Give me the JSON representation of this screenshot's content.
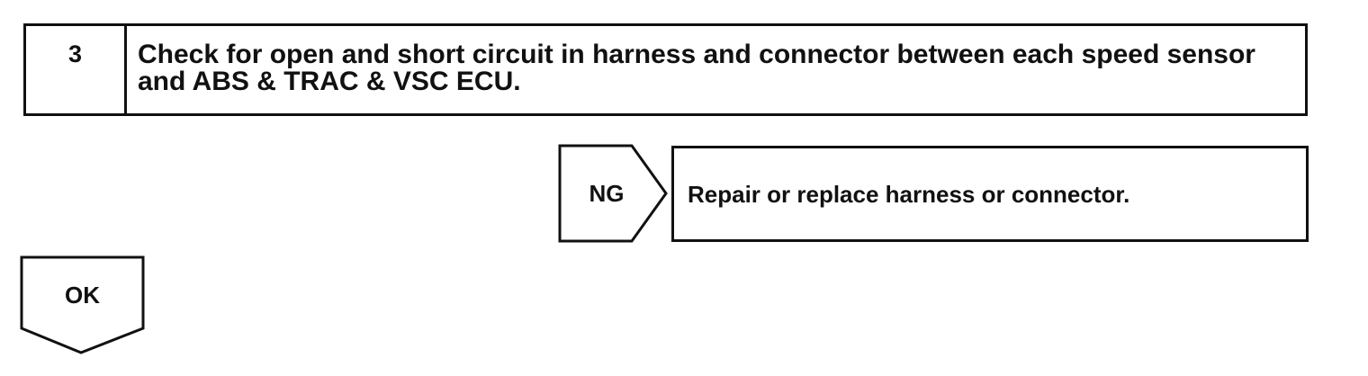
{
  "step": {
    "number": "3",
    "text": "Check for open and short circuit in harness and connector between each speed sensor and ABS & TRAC & VSC ECU."
  },
  "ng_branch": {
    "label": "NG",
    "action": "Repair or replace harness or connector."
  },
  "ok_branch": {
    "label": "OK"
  }
}
